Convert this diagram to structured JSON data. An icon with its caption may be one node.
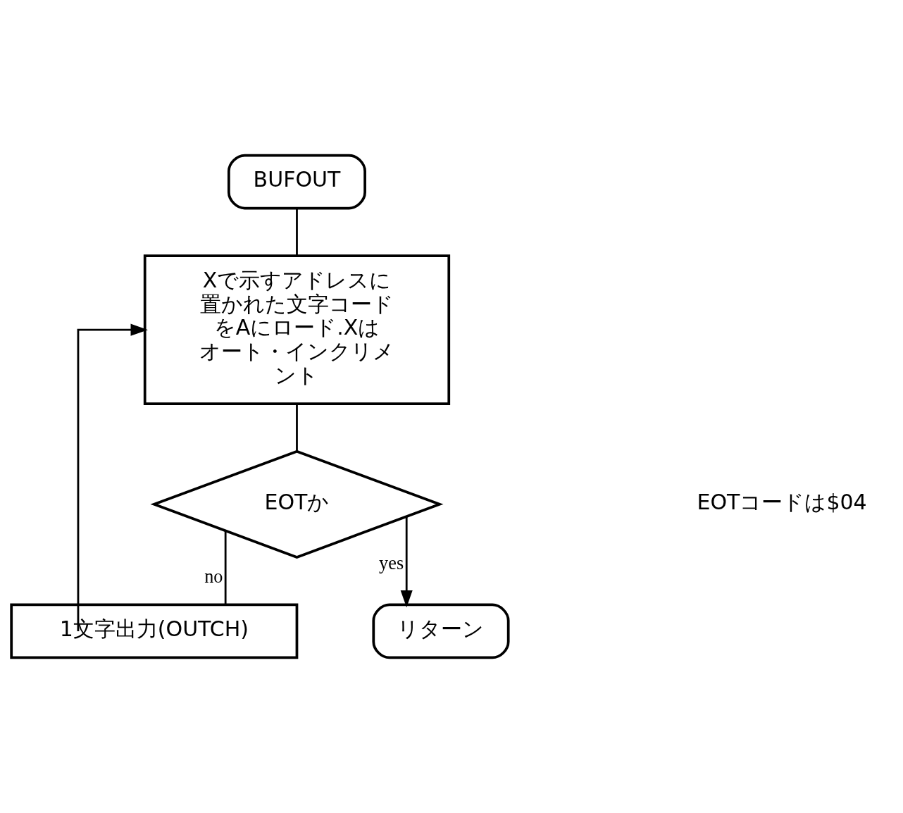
{
  "diagram": {
    "nodes": [
      {
        "text": [
          "BUFOUT"
        ]
      },
      {
        "text": [
          "Xで示すアドレスに置かれた文字コードをAにロード.Xはオート・インクリメント"
        ]
      },
      {
        "text": [
          "EOTか"
        ]
      },
      {
        "text": [
          "1文字出力(OUTCH)"
        ]
      },
      {
        "text": [
          "リターン"
        ]
      }
    ],
    "edges": [
      {
        "from": 0,
        "to": 1,
        "arrow": "none"
      },
      {
        "from": 1,
        "to": 2,
        "arrow": "none"
      },
      {
        "from": 2,
        "to": 3,
        "arrow": "none",
        "label": "no"
      },
      {
        "from": 3,
        "to": 1,
        "arrow": "to"
      },
      {
        "from": 2,
        "to": 4,
        "arrow": "to",
        "label": "yes"
      }
    ],
    "labels": [
      "EOTコードは$04"
    ]
  }
}
